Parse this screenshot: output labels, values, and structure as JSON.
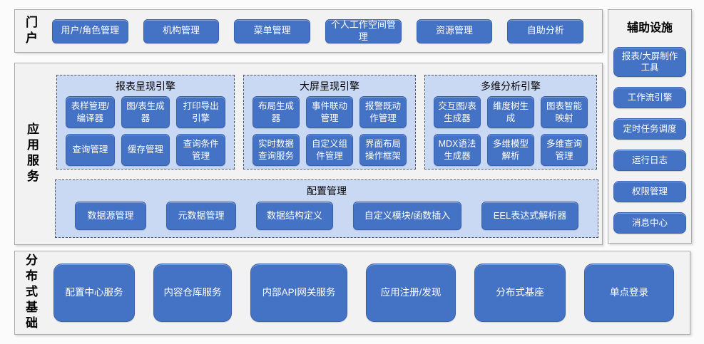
{
  "colors": {
    "accent": "#4472c4",
    "panel_fill": "#c9d8f3",
    "section_fill": "#f2f2f2",
    "button_text": "#ffffff"
  },
  "portal": {
    "label": "门户",
    "buttons": [
      "用户/角色管理",
      "机构管理",
      "菜单管理",
      "个人工作空间管理",
      "资源管理",
      "自助分析"
    ]
  },
  "app_services": {
    "label": "应用服务",
    "engines": [
      {
        "title": "报表呈现引擎",
        "buttons": [
          "表样管理/编译器",
          "图/表生成器",
          "打印导出引擎",
          "查询管理",
          "缓存管理",
          "查询条件管理"
        ]
      },
      {
        "title": "大屏呈现引擎",
        "buttons": [
          "布局生成器",
          "事件联动管理",
          "报警既动作管理",
          "实时数据查询服务",
          "自定义组件管理",
          "界面布局操作框架"
        ]
      },
      {
        "title": "多维分析引擎",
        "buttons": [
          "交互图/表生成器",
          "维度树生成",
          "图表智能映射",
          "MDX语法生成器",
          "多维模型解析",
          "多维查询管理"
        ]
      }
    ],
    "config": {
      "title": "配置管理",
      "buttons": [
        "数据源管理",
        "元数据管理",
        "数据结构定义",
        "自定义模块/函数插入",
        "EEL表达式解析器"
      ]
    }
  },
  "auxiliary": {
    "title": "辅助设施",
    "buttons": [
      "报表/大屏制作工具",
      "工作流引擎",
      "定时任务调度",
      "运行日志",
      "权限管理",
      "消息中心"
    ]
  },
  "distributed": {
    "label": "分布式基础",
    "buttons": [
      "配置中心服务",
      "内容仓库服务",
      "内部API网关服务",
      "应用注册/发现",
      "分布式基座",
      "单点登录"
    ]
  }
}
